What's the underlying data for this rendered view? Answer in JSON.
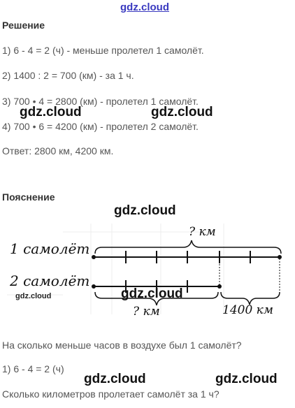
{
  "watermark_top": "gdz.cloud",
  "watermarks": [
    "gdz.cloud",
    "gdz.cloud",
    "gdz.cloud",
    "gdz.cloud",
    "gdz.cloud",
    "gdz.cloud",
    "gdz.cloud"
  ],
  "watermark_small": "gdz.cloud",
  "solution": {
    "heading": "Решение",
    "lines": [
      "1) 6 - 4 = 2 (ч) - меньше пролетел 1 самолёт.",
      "2) 1400 : 2 = 700 (км) - за 1 ч.",
      "3) 700 • 4 = 2800 (км) - пролетел 1 самолёт.",
      "4) 700 • 6 = 4200 (км) - пролетел 2 самолёт.",
      "Ответ: 2800 км, 4200 км."
    ]
  },
  "explanation": {
    "heading": "Пояснение",
    "diagram": {
      "row1_label": "1 самолёт",
      "row2_label": "2 самолёт",
      "top_brace_label": "? км",
      "bottom_left_label": "? км",
      "bottom_right_label": "1400 км"
    },
    "question1": "На сколько меньше часов в воздухе был 1 самолёт?",
    "answer1": "1) 6 - 4 = 2 (ч)",
    "question2": "Сколько километров пролетает самолёт за 1 ч?"
  }
}
